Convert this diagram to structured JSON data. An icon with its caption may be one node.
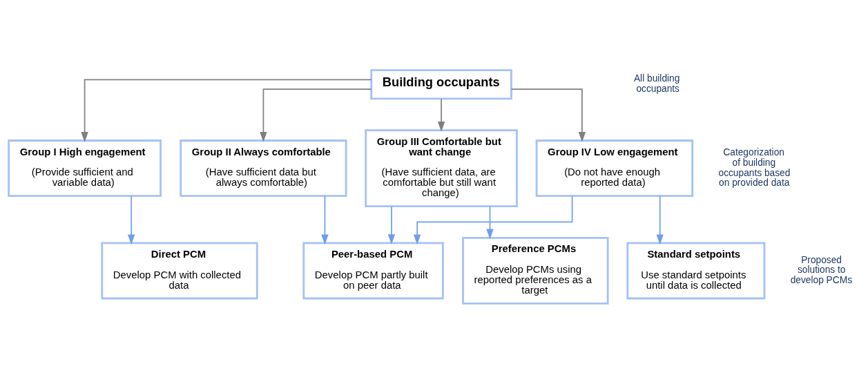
{
  "diagram": {
    "nodes": [
      {
        "text": [
          "Building occupants"
        ]
      },
      {
        "text": [
          "Group I High engagement",
          "(Provide sufficient and variable data)"
        ]
      },
      {
        "text": [
          "Group II Always comfortable",
          "(Have sufficient data but always comfortable)"
        ]
      },
      {
        "text": [
          "Group III Comfortable but want change",
          "(Have sufficient data, are comfortable but still want change)"
        ]
      },
      {
        "text": [
          "Group IV Low engagement",
          "(Do not have enough reported data)"
        ]
      },
      {
        "text": [
          "Direct PCM",
          "Develop PCM with collected data"
        ]
      },
      {
        "text": [
          "Peer-based PCM",
          "Develop PCM partly built on peer data"
        ]
      },
      {
        "text": [
          "Preference PCMs",
          "Develop PCMs using reported preferences as a target"
        ]
      },
      {
        "text": [
          "Standard setpoints",
          "Use standard setpoints until data is collected"
        ]
      }
    ],
    "edges": [
      {
        "from": 0,
        "to": 1,
        "arrow": "to",
        "color": "#7f7f7f"
      },
      {
        "from": 0,
        "to": 2,
        "arrow": "to",
        "color": "#7f7f7f"
      },
      {
        "from": 0,
        "to": 3,
        "arrow": "to",
        "color": "#7f7f7f"
      },
      {
        "from": 0,
        "to": 4,
        "arrow": "to",
        "color": "#7f7f7f"
      },
      {
        "from": 1,
        "to": 5,
        "arrow": "to"
      },
      {
        "from": 2,
        "to": 6,
        "arrow": "to"
      },
      {
        "from": 3,
        "to": 6,
        "arrow": "to"
      },
      {
        "from": 3,
        "to": 7,
        "arrow": "to"
      },
      {
        "from": 4,
        "to": 8,
        "arrow": "to"
      },
      {
        "from": 4,
        "to": 6,
        "arrow": "to"
      }
    ],
    "labels": [
      "All building occupants",
      "Categorization of building occupants based on provided data",
      "Proposed solutions to develop PCMs"
    ]
  }
}
